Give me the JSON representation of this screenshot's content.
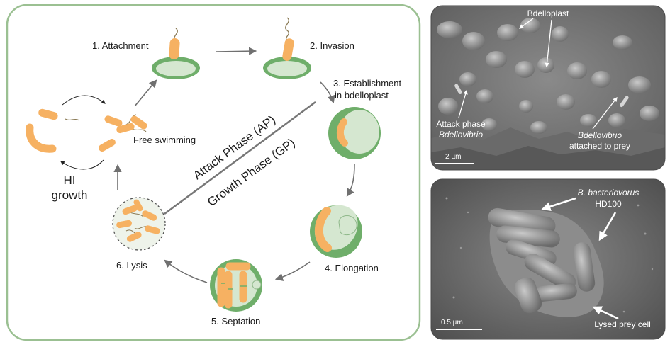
{
  "diagram": {
    "stages": [
      {
        "label": "1. Attachment"
      },
      {
        "label": "2. Invasion"
      },
      {
        "label": "3. Establishment"
      },
      {
        "label": "in bdelloplast"
      },
      {
        "label": "4. Elongation"
      },
      {
        "label": "5. Septation"
      },
      {
        "label": "6. Lysis"
      }
    ],
    "free_swimming": "Free swimming",
    "hi_growth": [
      "HI",
      "growth"
    ],
    "attack_phase": "Attack Phase (AP)",
    "growth_phase": "Growth Phase (GP)"
  },
  "micrograph_top": {
    "bdelloplast": "Bdelloplast",
    "attack_phase_line1": "Attack phase",
    "attack_phase_line2": "Bdellovibrio",
    "attached_line1": "Bdellovibrio",
    "attached_line2": "attached to prey",
    "scale": "2 µm"
  },
  "micrograph_bottom": {
    "species_line1": "B. bacteriovorus",
    "species_line2": "HD100",
    "lysed": "Lysed prey cell",
    "scale": "0.5 µm"
  },
  "colors": {
    "frame": "#9bc092",
    "cell_green": "#6fae6a",
    "cell_inner": "#d5e7d0",
    "bacterium": "#f6b162",
    "arrow": "#707070",
    "sem_background": "#7d7d7d"
  }
}
